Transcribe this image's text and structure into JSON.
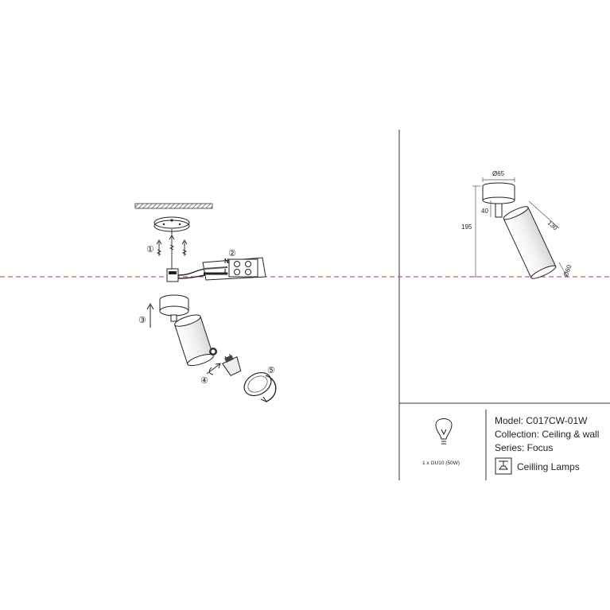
{
  "steps": [
    "①",
    "②",
    "③",
    "④",
    "⑤"
  ],
  "terminal_marks": [
    "N",
    "L"
  ],
  "dimensions": {
    "diameter_top": "Ø65",
    "height_total": "195",
    "base_height": "40",
    "body_length": "130",
    "diameter_body": "Ø60"
  },
  "bulb_spec": "1 x GU10 (50W)",
  "info": {
    "model": "Model: C017CW-01W",
    "collection": "Collection: Ceiling & wall",
    "series": "Series: Focus",
    "category": "Ceilling Lamps"
  },
  "colors": {
    "guide_line": "#c0392b",
    "line": "#1a1a1a"
  }
}
